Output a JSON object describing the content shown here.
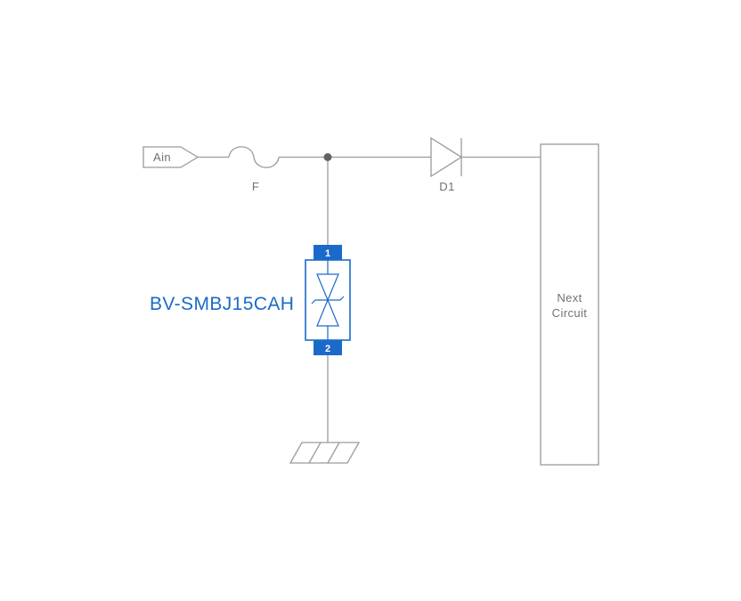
{
  "diagram": {
    "title": "TVS protection circuit schematic",
    "labels": {
      "input_flag": "Ain",
      "fuse": "F",
      "diode": "D1",
      "next_circuit_line1": "Next",
      "next_circuit_line2": "Circuit",
      "tvs_part_number": "BV-SMBJ15CAH",
      "tvs_pin_top": "1",
      "tvs_pin_bottom": "2"
    },
    "components": {
      "input_flag": "signal input flag pointing right",
      "fuse": "fuse (curved S symbol)",
      "diode": "diode D1 conducting left-to-right",
      "tvs": "bidirectional TVS diode BV-SMBJ15CAH between node and ground",
      "ground": "chassis ground symbol",
      "next_circuit": "next circuit block (tall rectangle)"
    },
    "colors": {
      "accent_blue": "#1b6ac9",
      "wire_gray": "#9a9a9a",
      "text_gray": "#6f7276",
      "junction_dot": "#5f6368",
      "background": "#ffffff",
      "pin_text": "#ffffff"
    }
  }
}
